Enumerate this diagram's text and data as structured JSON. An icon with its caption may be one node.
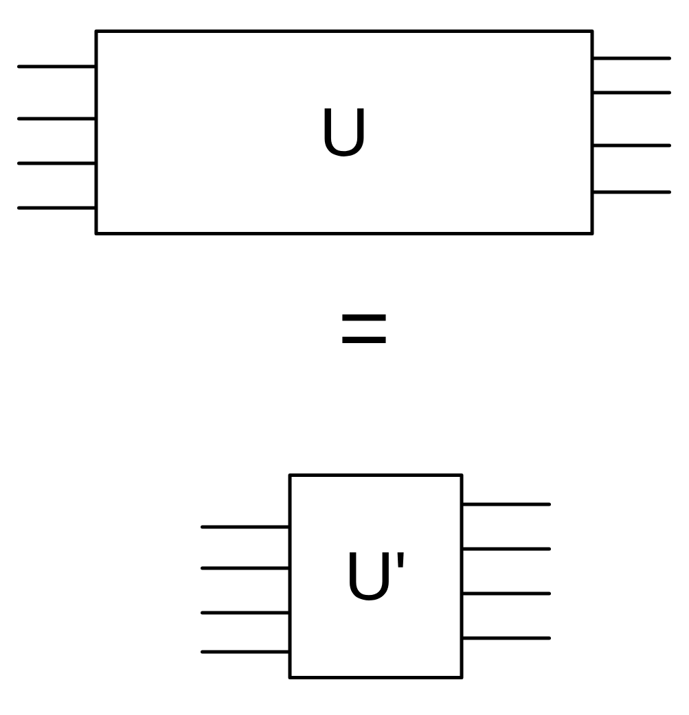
{
  "diagram": {
    "nodes": [
      {
        "text": [
          "U"
        ]
      },
      {
        "text": [
          "U'"
        ]
      }
    ],
    "edges": [
      {
        "from": null,
        "to": 0,
        "arrow": "none"
      },
      {
        "from": null,
        "to": 0,
        "arrow": "none"
      },
      {
        "from": null,
        "to": 0,
        "arrow": "none"
      },
      {
        "from": null,
        "to": 0,
        "arrow": "none"
      },
      {
        "from": 0,
        "to": null,
        "arrow": "none"
      },
      {
        "from": 0,
        "to": null,
        "arrow": "none"
      },
      {
        "from": 0,
        "to": null,
        "arrow": "none"
      },
      {
        "from": 0,
        "to": null,
        "arrow": "none"
      },
      {
        "from": null,
        "to": 1,
        "arrow": "none"
      },
      {
        "from": null,
        "to": 1,
        "arrow": "none"
      },
      {
        "from": null,
        "to": 1,
        "arrow": "none"
      },
      {
        "from": null,
        "to": 1,
        "arrow": "none"
      },
      {
        "from": 1,
        "to": null,
        "arrow": "none"
      },
      {
        "from": 1,
        "to": null,
        "arrow": "none"
      },
      {
        "from": 1,
        "to": null,
        "arrow": "none"
      },
      {
        "from": 1,
        "to": null,
        "arrow": "none"
      }
    ],
    "labels": [
      "="
    ]
  }
}
